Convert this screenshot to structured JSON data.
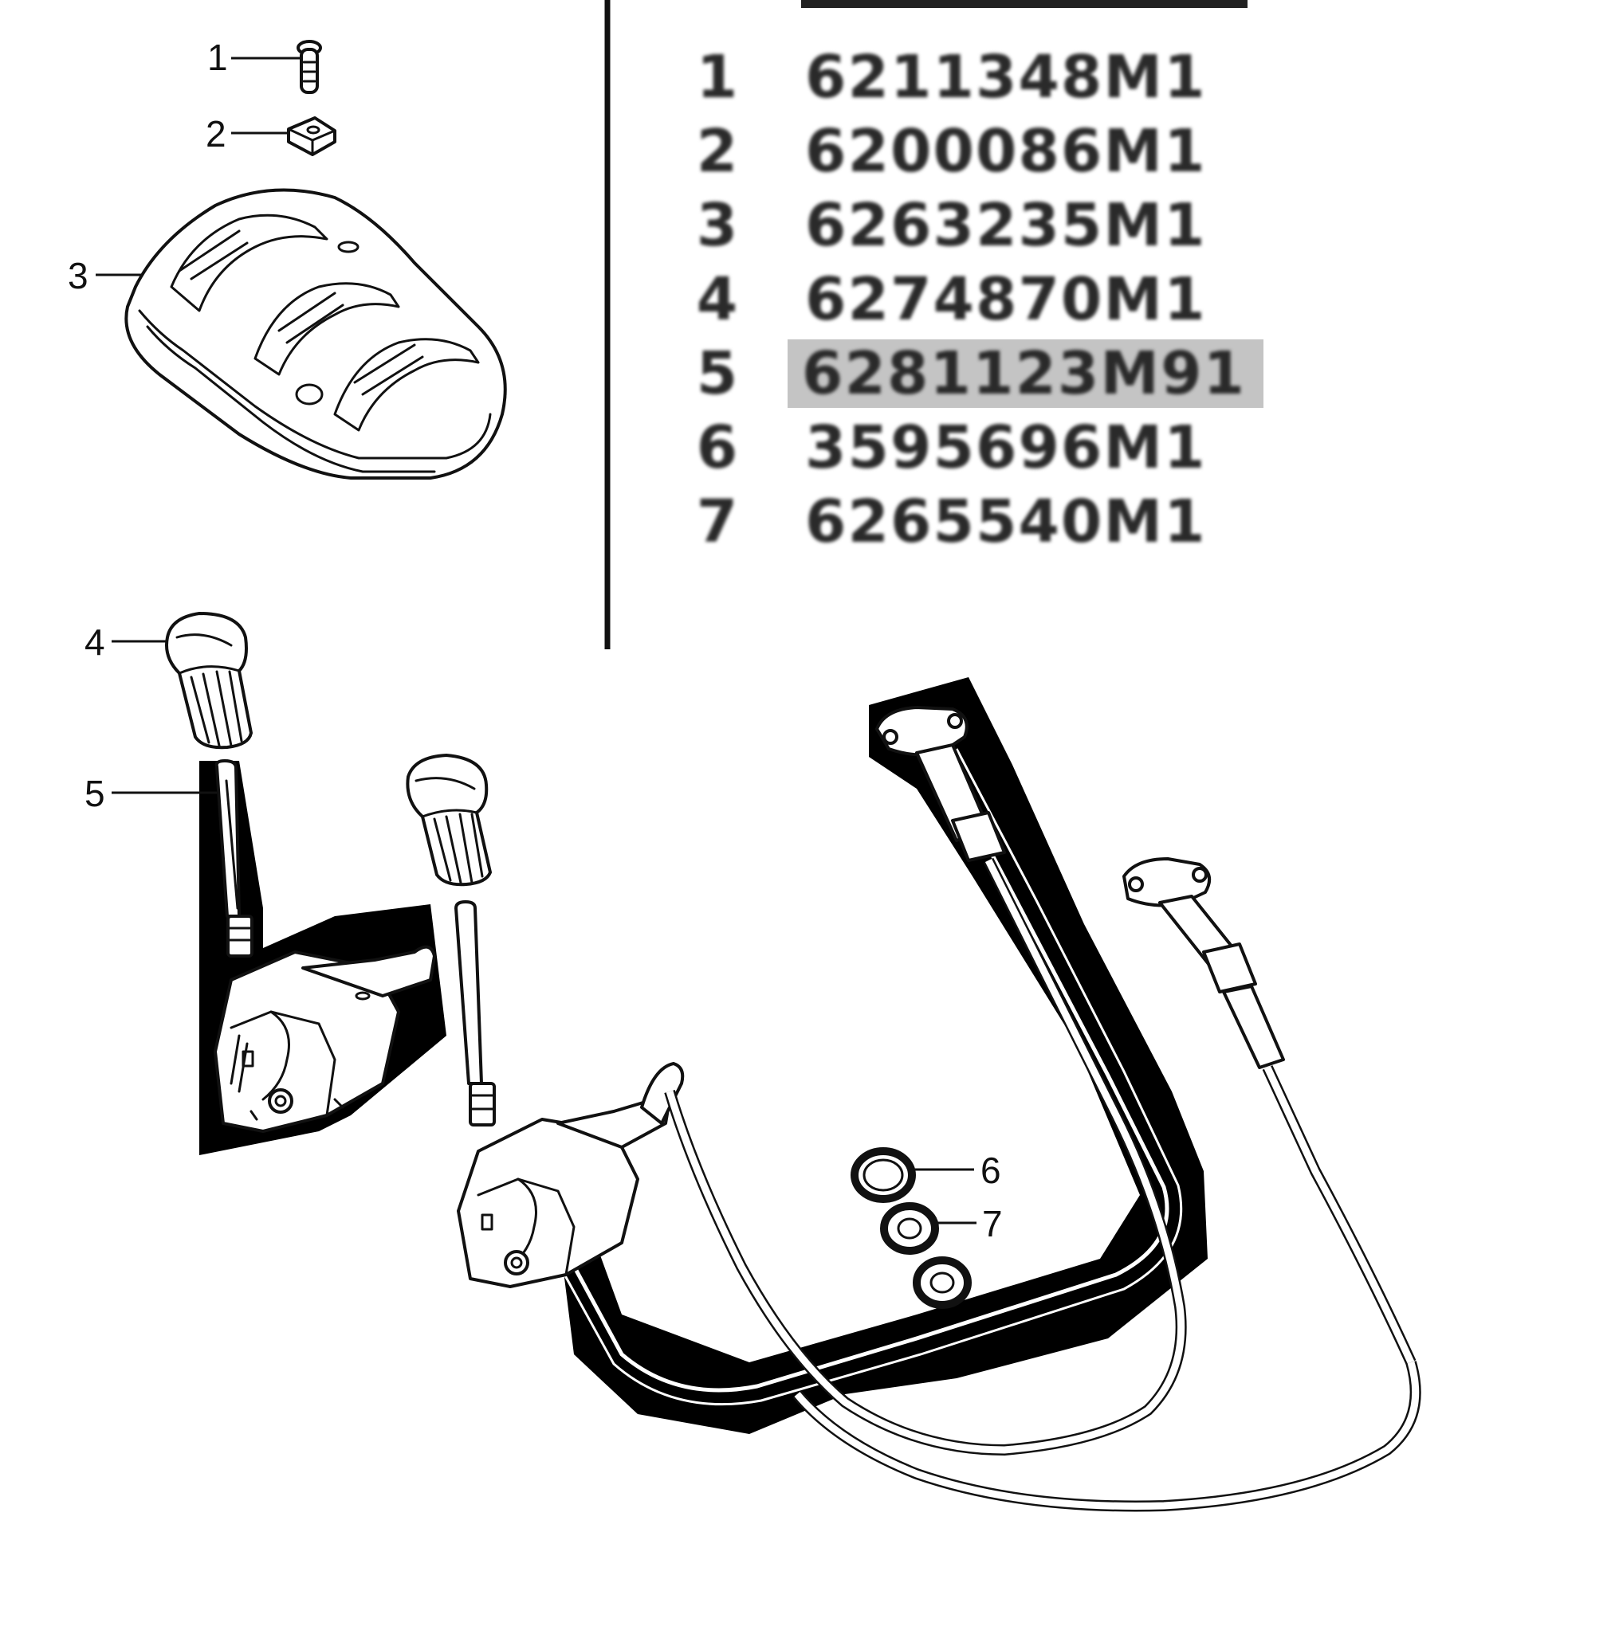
{
  "callouts": [
    "1",
    "2",
    "3",
    "4",
    "5",
    "6",
    "7"
  ],
  "parts_list": [
    {
      "item": "1",
      "part_number": "6211348M1",
      "highlighted": false
    },
    {
      "item": "2",
      "part_number": "6200086M1",
      "highlighted": false
    },
    {
      "item": "3",
      "part_number": "6263235M1",
      "highlighted": false
    },
    {
      "item": "4",
      "part_number": "6274870M1",
      "highlighted": false
    },
    {
      "item": "5",
      "part_number": "6281123M91",
      "highlighted": true
    },
    {
      "item": "6",
      "part_number": "3595696M1",
      "highlighted": false
    },
    {
      "item": "7",
      "part_number": "6265540M1",
      "highlighted": false
    }
  ],
  "colors": {
    "line": "#111111",
    "highlight": "#c4c4c4",
    "background": "#ffffff"
  }
}
